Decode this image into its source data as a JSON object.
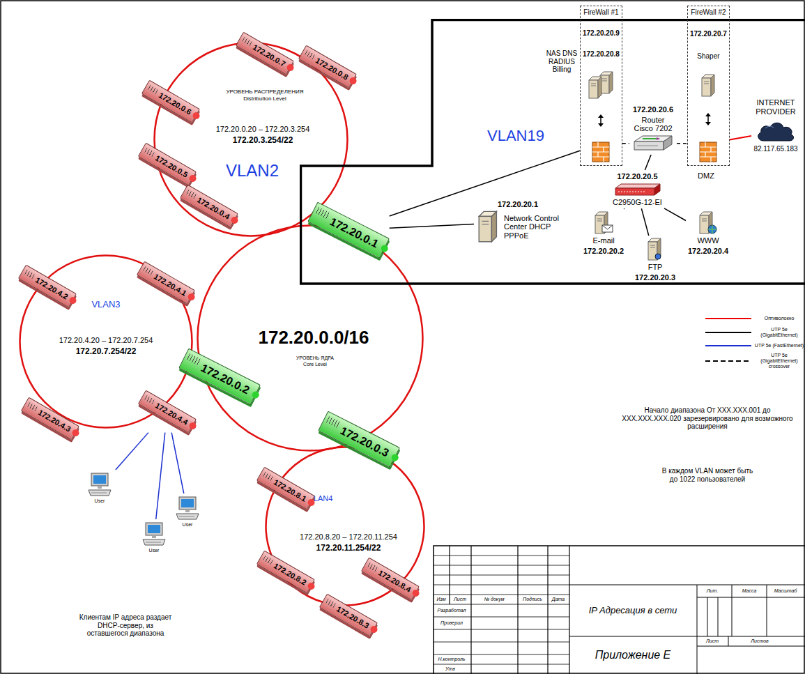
{
  "diagram": {
    "nodes": [
      {
        "text": [
          "УРОВЕНЬ РАСПРЕДЕЛЕНИЯ",
          "Distribution Level",
          "172.20.0.20 – 172.20.3.254",
          "172.20.3.254/22",
          "VLAN2"
        ]
      },
      {
        "text": [
          "172.20.0.7"
        ]
      },
      {
        "text": [
          "172.20.0.8"
        ]
      },
      {
        "text": [
          "172.20.0.6"
        ]
      },
      {
        "text": [
          "172.20.0.5"
        ]
      },
      {
        "text": [
          "172.20.0.4"
        ]
      },
      {
        "text": [
          "VLAN19"
        ]
      },
      {
        "text": [
          "FireWall #1",
          "172.20.20.9",
          "172.20.20.8"
        ],
        "in": 6
      },
      {
        "text": [
          "FireWall #2",
          "172.20.20.7",
          "Shaper"
        ],
        "in": 6
      },
      {
        "text": [
          "172.20.20.6",
          "Router Cisco 7202"
        ],
        "in": 6
      },
      {
        "text": [
          "172.20.20.5",
          "C2950G-12-EI"
        ],
        "in": 6
      },
      {
        "text": [
          "172.20.0.1"
        ],
        "in": 6
      },
      {
        "text": [
          "172.20.20.1",
          "Network Control Center DHCP PPPoE"
        ],
        "in": 6
      },
      {
        "text": [
          "E-mail",
          "172.20.20.2"
        ],
        "in": 6
      },
      {
        "text": [
          "FTP",
          "172.20.20.3"
        ],
        "in": 6
      },
      {
        "text": [
          "WWW",
          "172.20.20.4"
        ],
        "in": 6
      },
      {
        "text": [
          "INTERNET PROVIDER",
          "82.117.65.183"
        ],
        "in": 6
      },
      {
        "text": [
          "VLAN3",
          "172.20.4.20 – 172.20.7.254",
          "172.20.7.254/22"
        ]
      },
      {
        "text": [
          "172.20.4.2"
        ]
      },
      {
        "text": [
          "172.20.4.1"
        ]
      },
      {
        "text": [
          "172.20.0.0/16",
          "УРОВЕНЬ ЯДРА",
          "Core Level"
        ]
      },
      {
        "text": [
          "172.20.0.2"
        ]
      },
      {
        "text": [
          "172.20.4.3"
        ]
      },
      {
        "text": [
          "172.20.4.4"
        ]
      },
      {
        "text": [
          "172.20.0.3"
        ]
      },
      {
        "text": [
          "VLAN4",
          "172.20.8.20 – 172.20.11.254",
          "172.20.11.254/22"
        ]
      },
      {
        "text": [
          "172.20.8.1"
        ]
      },
      {
        "text": [
          "172.20.8.2"
        ]
      },
      {
        "text": [
          "172.20.8.4"
        ]
      },
      {
        "text": [
          "172.20.8.3"
        ]
      },
      {
        "text": [
          "User"
        ]
      },
      {
        "text": [
          "User"
        ]
      },
      {
        "text": [
          "User"
        ]
      }
    ],
    "edges": [
      {
        "from": 11,
        "to": 7,
        "arrow": "none"
      },
      {
        "from": 7,
        "to": 9,
        "arrow": "none"
      },
      {
        "from": 9,
        "to": 8,
        "arrow": "none"
      },
      {
        "from": 8,
        "to": 16,
        "arrow": "none"
      },
      {
        "from": 9,
        "to": 10,
        "arrow": "none"
      },
      {
        "from": 10,
        "to": 13,
        "arrow": "none"
      },
      {
        "from": 10,
        "to": 14,
        "arrow": "none"
      },
      {
        "from": 10,
        "to": 15,
        "arrow": "none"
      },
      {
        "from": 11,
        "to": 12,
        "arrow": "none"
      },
      {
        "from": 23,
        "to": 30,
        "arrow": "none"
      },
      {
        "from": 23,
        "to": 31,
        "arrow": "none"
      },
      {
        "from": 23,
        "to": 32,
        "arrow": "none"
      }
    ],
    "labels": [
      "NAS DNS RADIUS Billing",
      "DMZ",
      "Начало диапазона От XXX.XXX.001 до XXX.XXX.XXX.020 зарезервировано для возможного расширения",
      "В каждом VLAN может быть до 1022 пользователей",
      "Клиентам IP адреса раздает DHCP-сервер, из оставшегося диапазона",
      "Изм",
      "Лист",
      "№ докум",
      "Подпись",
      "Дата",
      "Разработал",
      "Проверил",
      "Н.контроль",
      "Утв",
      "IP Адресация в сети",
      "Приложение Е",
      "Лит.",
      "Масса",
      "Масштаб",
      "Лист",
      "Листов"
    ],
    "legend": [
      {
        "text": "Оптиволокно"
      },
      {
        "text": "UTP 5e (GigabitEthernet)"
      },
      {
        "text": "UTP 5e (FastEthernet)"
      },
      {
        "text": "UTP 5e (GigabitEthernet) crossover"
      }
    ]
  }
}
